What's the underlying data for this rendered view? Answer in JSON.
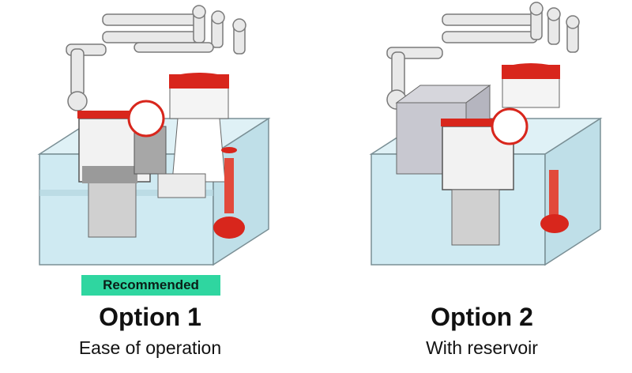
{
  "options": [
    {
      "title": "Option 1",
      "subtitle": "Ease of operation",
      "badge": "Recommended"
    },
    {
      "title": "Option 2",
      "subtitle": "With reservoir"
    }
  ],
  "colors": {
    "badge_bg": "#2fd6a0",
    "accent_red": "#d8261c",
    "glass": "#cfeaf2",
    "pipe": "#e6e6e6"
  }
}
